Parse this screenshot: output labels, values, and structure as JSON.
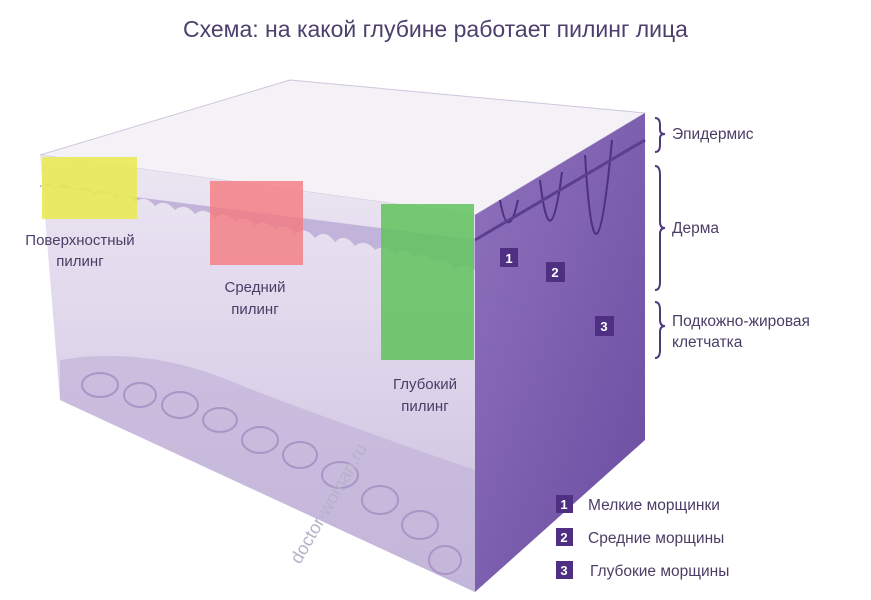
{
  "title": "Схема: на какой глубине работает пилинг лица",
  "peels": [
    {
      "line1": "Поверхностный",
      "line2": "пилинг",
      "color": "#e9ea4c"
    },
    {
      "line1": "Средний",
      "line2": "пилинг",
      "color": "#f47a7f"
    },
    {
      "line1": "Глубокий",
      "line2": "пилинг",
      "color": "#5fc35c"
    }
  ],
  "layers": [
    {
      "label": "Эпидермис"
    },
    {
      "label": "Дерма"
    },
    {
      "line1": "Подкожно-жировая",
      "line2": "клетчатка"
    }
  ],
  "markers": [
    "1",
    "2",
    "3"
  ],
  "legend": [
    {
      "num": "1",
      "label": "Мелкие морщинки"
    },
    {
      "num": "2",
      "label": "Средние морщины"
    },
    {
      "num": "3",
      "label": "Глубокие морщины"
    }
  ],
  "watermark": "doctor-woman.ru",
  "colors": {
    "accent": "#5a3a8c",
    "text": "#4a3d66"
  }
}
